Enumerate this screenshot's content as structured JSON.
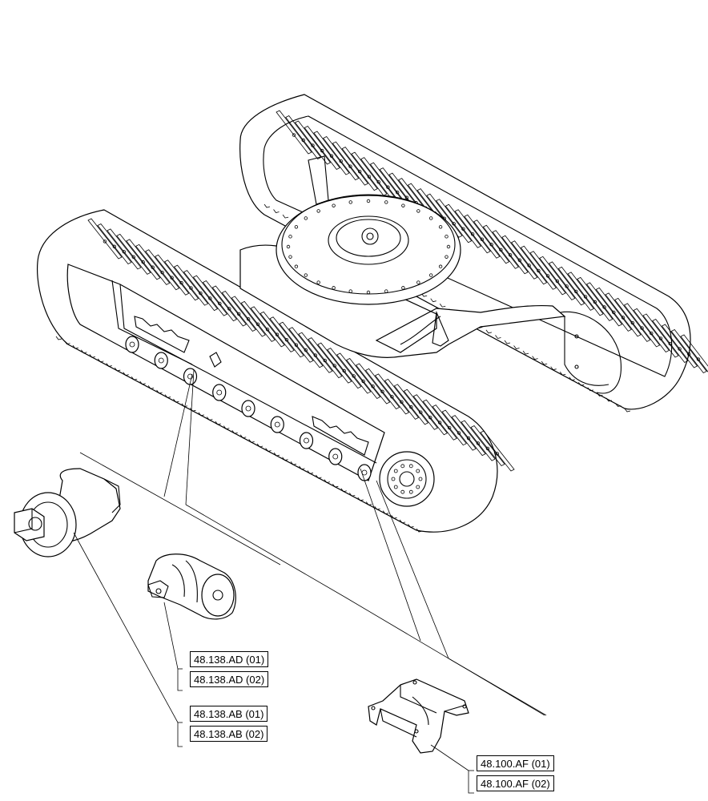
{
  "references": [
    {
      "id": "ad01",
      "label": "48.138.AD (01)"
    },
    {
      "id": "ad02",
      "label": "48.138.AD (02)"
    },
    {
      "id": "ab01",
      "label": "48.138.AB (01)"
    },
    {
      "id": "ab02",
      "label": "48.138.AB (02)"
    },
    {
      "id": "af01",
      "label": "48.100.AF (01)"
    },
    {
      "id": "af02",
      "label": "48.100.AF (02)"
    }
  ],
  "parts": [
    "undercarriage-frame",
    "bottom-roller",
    "top-roller",
    "track-guide"
  ],
  "colors": {
    "line": "#000000",
    "background": "#ffffff"
  }
}
